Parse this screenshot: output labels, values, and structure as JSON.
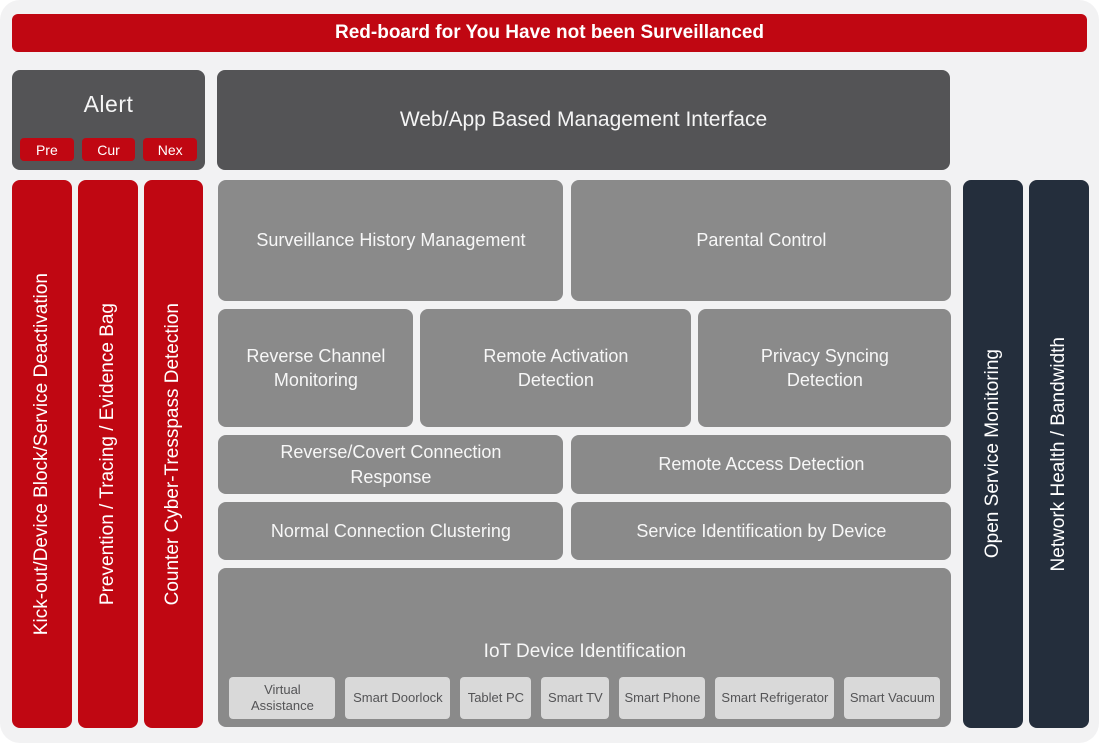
{
  "banner": {
    "title": "Red-board for You Have not been Surveillanced"
  },
  "alert": {
    "title": "Alert",
    "buttons": [
      {
        "label": "Pre"
      },
      {
        "label": "Cur"
      },
      {
        "label": "Nex"
      }
    ]
  },
  "management_interface": {
    "label": "Web/App Based Management Interface"
  },
  "left_pillars": [
    {
      "label": "Kick-out/Device Block/Service Deactivation"
    },
    {
      "label": "Prevention / Tracing / Evidence Bag"
    },
    {
      "label": "Counter Cyber-Tresspass Detection"
    }
  ],
  "right_pillars": [
    {
      "label": "Open Service Monitoring"
    },
    {
      "label": "Network Health / Bandwidth"
    }
  ],
  "modules": {
    "row1": [
      {
        "label": "Surveillance History Management"
      },
      {
        "label": "Parental Control"
      }
    ],
    "row2": [
      {
        "label": "Reverse Channel Monitoring"
      },
      {
        "label": "Remote Activation Detection"
      },
      {
        "label": "Privacy Syncing Detection"
      }
    ],
    "row3": [
      {
        "label": "Reverse/Covert Connection Response"
      },
      {
        "label": "Remote Access Detection"
      }
    ],
    "row4": [
      {
        "label": "Normal Connection Clustering"
      },
      {
        "label": "Service Identification by Device"
      }
    ]
  },
  "iot": {
    "title": "IoT Device Identification",
    "devices": [
      {
        "label": "Virtual Assistance"
      },
      {
        "label": "Smart Doorlock"
      },
      {
        "label": "Tablet PC"
      },
      {
        "label": "Smart TV"
      },
      {
        "label": "Smart Phone"
      },
      {
        "label": "Smart Refrigerator"
      },
      {
        "label": "Smart Vacuum"
      }
    ]
  },
  "colors": {
    "red": "#c00712",
    "dark_gray": "#545456",
    "module_gray": "#8a8a8a",
    "device_gray": "#d9d9d9",
    "navy": "#242e3c",
    "background": "#f2f2f3"
  }
}
